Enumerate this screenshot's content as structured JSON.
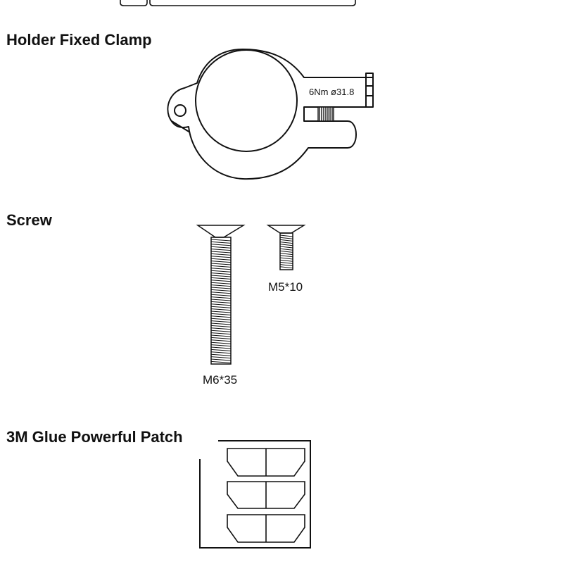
{
  "sections": {
    "clamp": {
      "title": "Holder Fixed Clamp",
      "callout": "6Nm ø31.8"
    },
    "screw": {
      "title": "Screw",
      "long_screw_label": "M6*35",
      "short_screw_label": "M5*10"
    },
    "patch": {
      "title": "3M Glue Powerful Patch"
    }
  }
}
